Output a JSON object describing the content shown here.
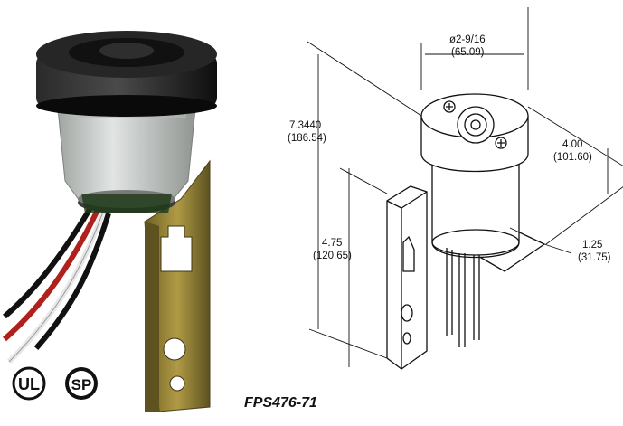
{
  "model_label": "FPS476-71",
  "certifications": {
    "ul": {
      "text": "UL"
    },
    "csa": {
      "text": "SP"
    }
  },
  "dimensions": {
    "diameter": {
      "inch": "ø2-9/16",
      "mm": "(65.09)"
    },
    "overall_height": {
      "inch": "7.3440",
      "mm": "(186.54)"
    },
    "width": {
      "inch": "4.00",
      "mm": "(101.60)"
    },
    "body_height": {
      "inch": "4.75",
      "mm": "(120.65)"
    },
    "lead_length": {
      "inch": "1.25",
      "mm": "(31.75)"
    }
  },
  "colors": {
    "cap": "#1a1a1a",
    "body": "#c9ccc9",
    "bracket": "#8a7a2e",
    "wire_red": "#b0201c",
    "wire_black": "#111111",
    "wire_white": "#e8e8e8"
  }
}
